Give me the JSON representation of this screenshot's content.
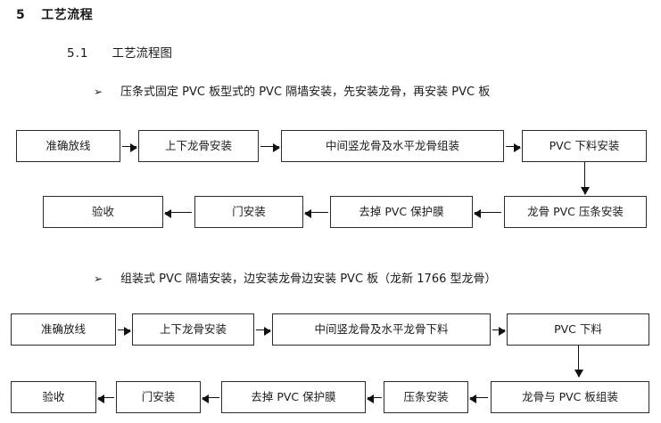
{
  "document": {
    "heading": {
      "number": "5",
      "text": "工艺流程"
    },
    "subheading": {
      "number": "5.1",
      "text": "工艺流程图"
    },
    "bullet_marker": "➢"
  },
  "sections": [
    {
      "bullet": "压条式固定 PVC 板型式的 PVC 隔墙安装，先安装龙骨，再安装 PVC 板",
      "flow": {
        "row1": [
          "准确放线",
          "上下龙骨安装",
          "中间竖龙骨及水平龙骨组装",
          "PVC 下料安装"
        ],
        "row2": [
          "验收",
          "门安装",
          "去掉 PVC 保护膜",
          "龙骨 PVC 压条安装"
        ]
      }
    },
    {
      "bullet": "组装式 PVC 隔墙安装，边安装龙骨边安装 PVC 板（龙新 1766 型龙骨）",
      "flow": {
        "row1": [
          "准确放线",
          "上下龙骨安装",
          "中间竖龙骨及水平龙骨下料",
          "PVC 下料"
        ],
        "row2": [
          "验收",
          "门安装",
          "去掉 PVC 保护膜",
          "压条安装",
          "龙骨与 PVC 板组装"
        ]
      }
    }
  ]
}
